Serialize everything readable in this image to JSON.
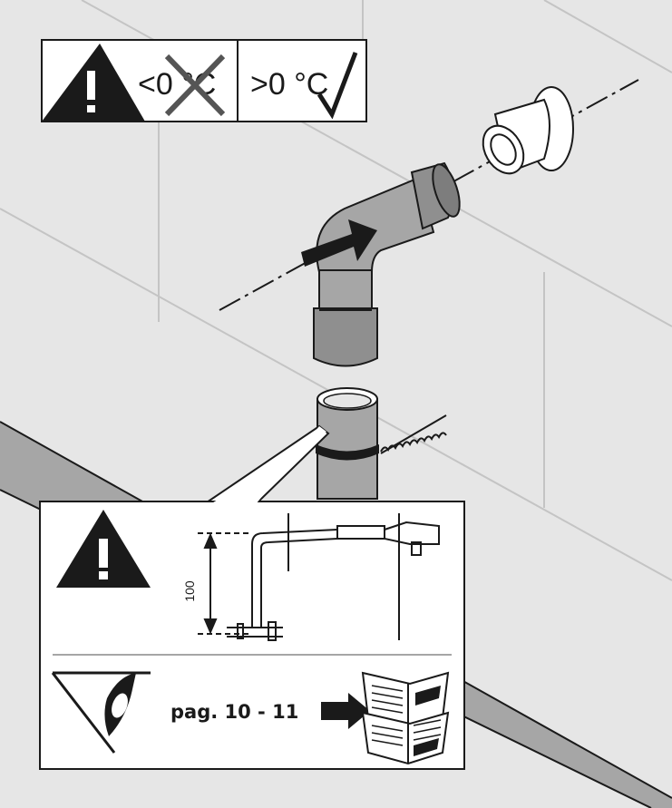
{
  "temp_warning": {
    "below_label": "<0 °C",
    "above_label": ">0 °C"
  },
  "inset": {
    "dimension_value": "100",
    "page_ref": "pag. 10 - 11"
  },
  "colors": {
    "background": "#e6e6e6",
    "floor_band": "#a6a6a6",
    "pipe": "#a6a6a6",
    "pipe_dark": "#7d7d7d",
    "ink": "#1a1a1a",
    "panel": "#ffffff"
  },
  "icons": [
    "warning-icon",
    "cross-icon",
    "check-icon",
    "arrow-right-icon",
    "eye-icon",
    "manual-icon",
    "spring-icon"
  ]
}
